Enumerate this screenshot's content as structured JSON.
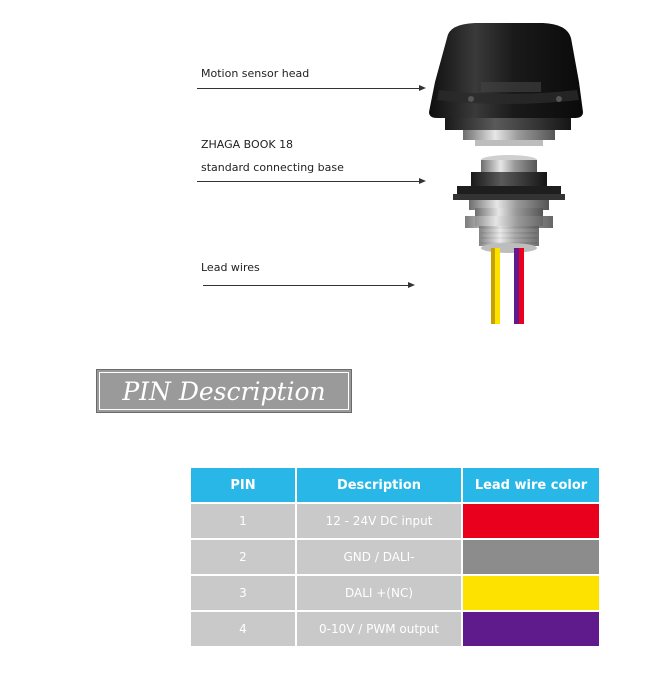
{
  "callouts": {
    "head": "Motion sensor head",
    "base_line1": "ZHAGA BOOK 18",
    "base_line2": "standard connecting base",
    "wires": "Lead wires"
  },
  "section_title": "PIN Description",
  "table": {
    "headers": [
      "PIN",
      "Description",
      "Lead wire color"
    ],
    "rows": [
      {
        "pin": "1",
        "description": "12 - 24V DC input",
        "color": "#e8001c"
      },
      {
        "pin": "2",
        "description": "GND / DALI-",
        "color": "#8c8c8c"
      },
      {
        "pin": "3",
        "description": "DALI +(NC)",
        "color": "#fde200"
      },
      {
        "pin": "4",
        "description": "0-10V / PWM output",
        "color": "#5f1a8c"
      }
    ]
  },
  "colors": {
    "header_bg": "#29b7e8",
    "cell_bg": "#c9c9c9",
    "banner_bg": "#9a9a9a"
  }
}
